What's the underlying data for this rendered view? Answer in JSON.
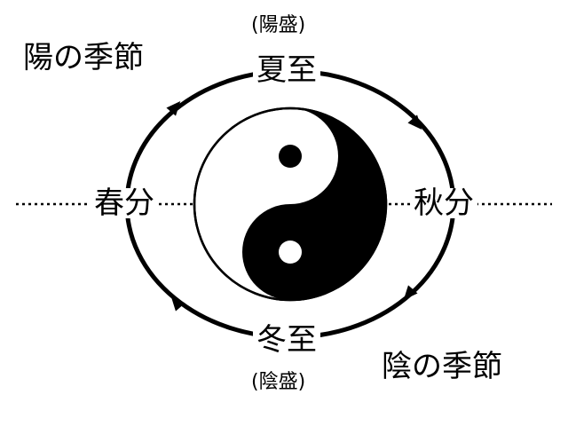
{
  "diagram": {
    "season_top_left": "陽の季節",
    "season_bottom_right": "陰の季節",
    "summer_solstice": "夏至",
    "summer_note": "(陽盛)",
    "winter_solstice": "冬至",
    "winter_note": "(陰盛)",
    "spring_equinox": "春分",
    "autumn_equinox": "秋分"
  },
  "colors": {
    "ink": "#000000",
    "paper": "#ffffff"
  },
  "icons": [
    "yin-yang-symbol",
    "cycle-arrow"
  ]
}
